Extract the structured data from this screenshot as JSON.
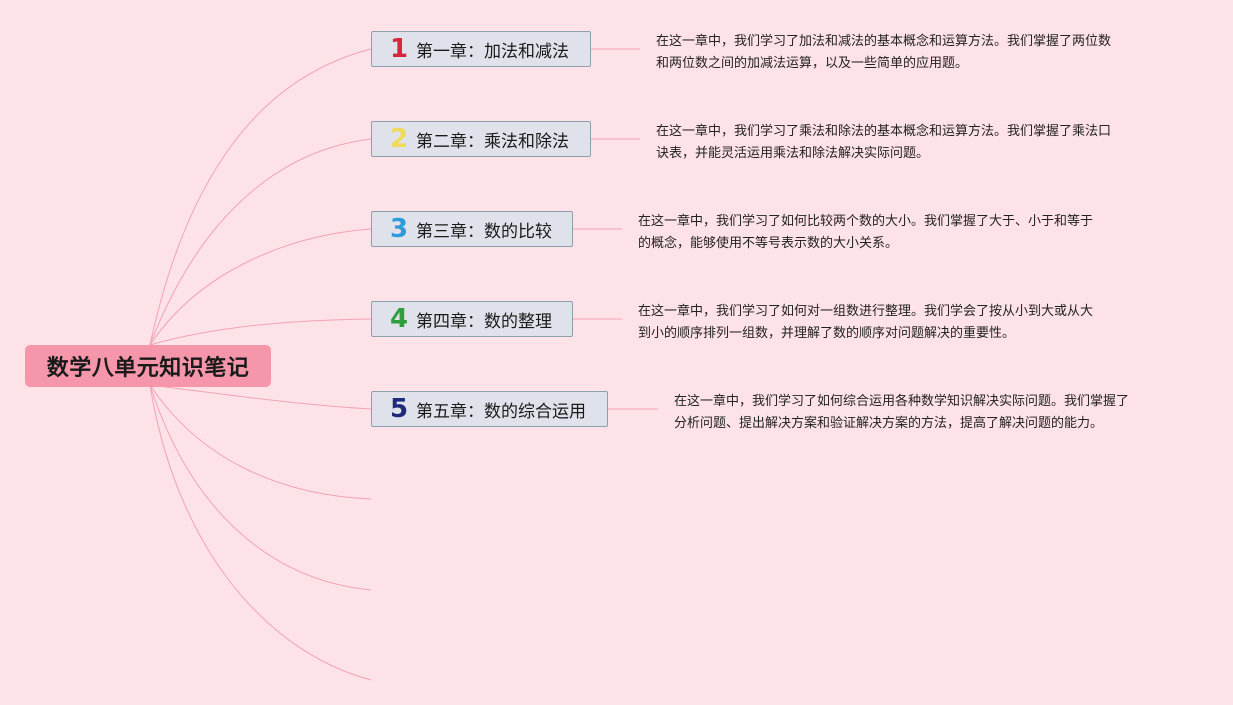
{
  "root": {
    "title": "数学八单元知识笔记"
  },
  "colors": {
    "background": "#fde2e7",
    "root_fill": "#f596ab",
    "branch_line": "#f2a3b5",
    "chapter_fill": "#dfe2ea",
    "chapter_border": "#8fa0ad"
  },
  "chapters": [
    {
      "number": "1",
      "number_color": "#d7263d",
      "label": "第一章：加法和减法",
      "summary_line1": "在这一章中，我们学习了加法和减法的基本概念和运算方法。我们掌握了两位数",
      "summary_line2": "和两位数之间的加减法运算，以及一些简单的应用题。"
    },
    {
      "number": "2",
      "number_color": "#f0da5b",
      "label": "第二章：乘法和除法",
      "summary_line1": "在这一章中，我们学习了乘法和除法的基本概念和运算方法。我们掌握了乘法口",
      "summary_line2": "诀表，并能灵活运用乘法和除法解决实际问题。"
    },
    {
      "number": "3",
      "number_color": "#2f9bd8",
      "label": "第三章：数的比较",
      "summary_line1": "在这一章中，我们学习了如何比较两个数的大小。我们掌握了大于、小于和等于",
      "summary_line2": "的概念，能够使用不等号表示数的大小关系。"
    },
    {
      "number": "4",
      "number_color": "#2e9e3e",
      "label": "第四章：数的整理",
      "summary_line1": "在这一章中，我们学习了如何对一组数进行整理。我们学会了按从小到大或从大",
      "summary_line2": "到小的顺序排列一组数，并理解了数的顺序对问题解决的重要性。"
    },
    {
      "number": "5",
      "number_color": "#1f2a78",
      "label": "第五章：数的综合运用",
      "summary_line1": "在这一章中，我们学习了如何综合运用各种数学知识解决实际问题。我们掌握了",
      "summary_line2": "分析问题、提出解决方案和验证解决方案的方法，提高了解决问题的能力。"
    }
  ]
}
